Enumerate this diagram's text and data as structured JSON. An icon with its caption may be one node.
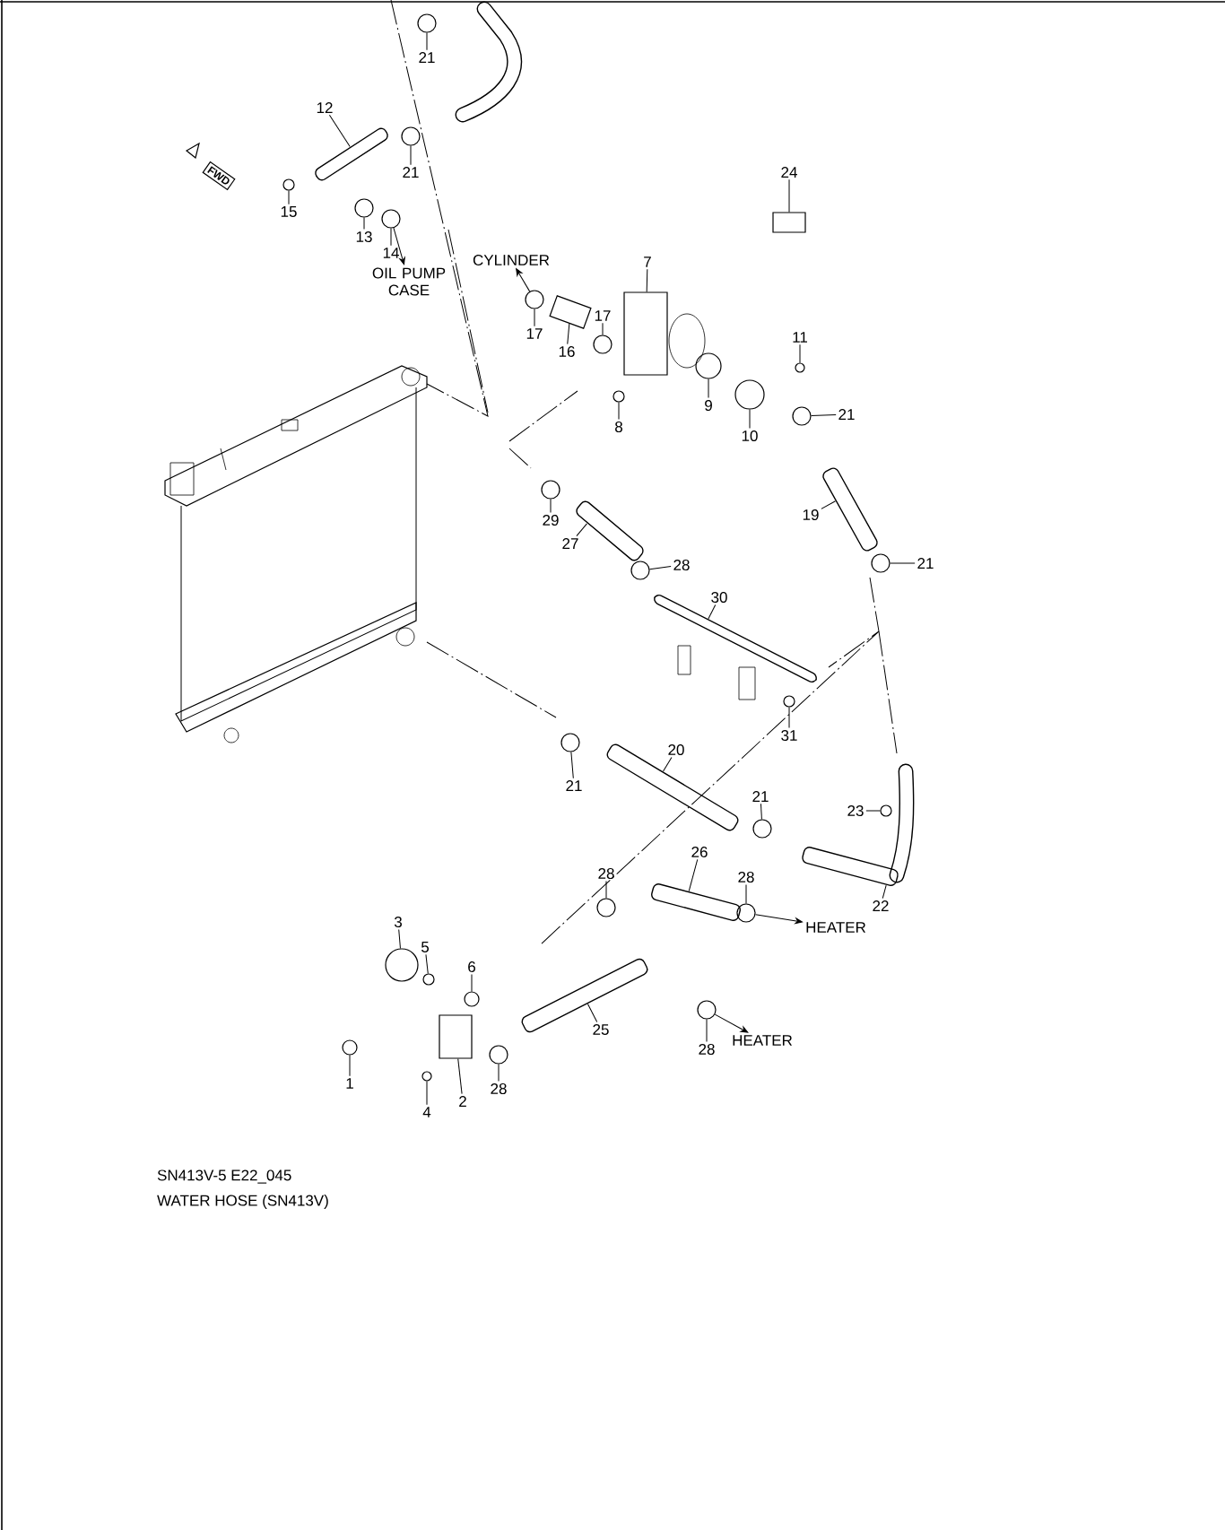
{
  "diagram": {
    "nodes": [
      {
        "text": [
          "21"
        ]
      },
      {
        "text": [
          "12"
        ]
      },
      {
        "text": [
          "21"
        ]
      },
      {
        "text": [
          "15"
        ]
      },
      {
        "text": [
          "13"
        ]
      },
      {
        "text": [
          "14"
        ]
      },
      {
        "text": [
          "24"
        ]
      },
      {
        "text": [
          "OIL PUMP CASE"
        ]
      },
      {
        "text": [
          "CYLINDER"
        ]
      },
      {
        "text": [
          "7"
        ]
      },
      {
        "text": [
          "17"
        ]
      },
      {
        "text": [
          "17"
        ]
      },
      {
        "text": [
          "16"
        ]
      },
      {
        "text": [
          "11"
        ]
      },
      {
        "text": [
          "9"
        ]
      },
      {
        "text": [
          "21"
        ]
      },
      {
        "text": [
          "8"
        ]
      },
      {
        "text": [
          "10"
        ]
      },
      {
        "text": [
          "29"
        ]
      },
      {
        "text": [
          "27"
        ]
      },
      {
        "text": [
          "19"
        ]
      },
      {
        "text": [
          "28"
        ]
      },
      {
        "text": [
          "21"
        ]
      },
      {
        "text": [
          "30"
        ]
      },
      {
        "text": [
          "31"
        ]
      },
      {
        "text": [
          "20"
        ]
      },
      {
        "text": [
          "21"
        ]
      },
      {
        "text": [
          "21"
        ]
      },
      {
        "text": [
          "23"
        ]
      },
      {
        "text": [
          "22"
        ]
      },
      {
        "text": [
          "26"
        ]
      },
      {
        "text": [
          "28"
        ]
      },
      {
        "text": [
          "28"
        ]
      },
      {
        "text": [
          "HEATER"
        ]
      },
      {
        "text": [
          "3"
        ]
      },
      {
        "text": [
          "5"
        ]
      },
      {
        "text": [
          "6"
        ]
      },
      {
        "text": [
          "25"
        ]
      },
      {
        "text": [
          "28"
        ]
      },
      {
        "text": [
          "HEATER"
        ]
      },
      {
        "text": [
          "1"
        ]
      },
      {
        "text": [
          "2"
        ]
      },
      {
        "text": [
          "28"
        ]
      },
      {
        "text": [
          "4"
        ]
      },
      {
        "text": [],
        "shape": "circle"
      },
      {
        "text": [],
        "shape": "bar"
      },
      {
        "text": [],
        "shape": "circle"
      },
      {
        "text": [],
        "shape": "circle"
      },
      {
        "text": [],
        "shape": "circle"
      },
      {
        "text": [],
        "shape": "circle"
      },
      {
        "text": [],
        "shape": "box"
      },
      {
        "text": [],
        "shape": "box"
      },
      {
        "text": [],
        "shape": "circle"
      },
      {
        "text": [],
        "shape": "circle"
      },
      {
        "text": [],
        "shape": "box"
      },
      {
        "text": [],
        "shape": "circle"
      },
      {
        "text": [],
        "shape": "circle"
      },
      {
        "text": [],
        "shape": "circle"
      },
      {
        "text": [],
        "shape": "circle"
      },
      {
        "text": [],
        "shape": "circle"
      },
      {
        "text": [],
        "shape": "circle"
      },
      {
        "text": [],
        "shape": "bar"
      },
      {
        "text": [],
        "shape": "bar"
      },
      {
        "text": [],
        "shape": "circle"
      },
      {
        "text": [],
        "shape": "circle"
      },
      {
        "text": [],
        "shape": "bar"
      },
      {
        "text": [],
        "shape": "circle"
      },
      {
        "text": [],
        "shape": "bar"
      },
      {
        "text": [],
        "shape": "circle"
      },
      {
        "text": [],
        "shape": "circle"
      },
      {
        "text": [],
        "shape": "circle"
      },
      {
        "text": [],
        "shape": "bar"
      },
      {
        "text": [],
        "shape": "bar"
      },
      {
        "text": [],
        "shape": "circle"
      },
      {
        "text": [],
        "shape": "circle"
      },
      {
        "text": [],
        "shape": "circle"
      },
      {
        "text": [],
        "shape": "circle"
      },
      {
        "text": [],
        "shape": "circle"
      },
      {
        "text": [],
        "shape": "bar"
      },
      {
        "text": [],
        "shape": "circle"
      },
      {
        "text": [],
        "shape": "circle"
      },
      {
        "text": [],
        "shape": "box"
      },
      {
        "text": [],
        "shape": "circle"
      },
      {
        "text": [],
        "shape": "circle"
      }
    ],
    "edges": [
      {
        "from": 0,
        "to": 44,
        "arrow": "none"
      },
      {
        "from": 1,
        "to": 45,
        "arrow": "none"
      },
      {
        "from": 2,
        "to": 46,
        "arrow": "none"
      },
      {
        "from": 3,
        "to": 47,
        "arrow": "none"
      },
      {
        "from": 4,
        "to": 48,
        "arrow": "none"
      },
      {
        "from": 5,
        "to": 49,
        "arrow": "none"
      },
      {
        "from": 6,
        "to": 50,
        "arrow": "none"
      },
      {
        "from": 49,
        "to": 7,
        "arrow": "to"
      },
      {
        "from": 52,
        "to": 8,
        "arrow": "to"
      },
      {
        "from": 9,
        "to": 51,
        "arrow": "none"
      },
      {
        "from": 10,
        "to": 52,
        "arrow": "none"
      },
      {
        "from": 11,
        "to": 53,
        "arrow": "none"
      },
      {
        "from": 12,
        "to": 54,
        "arrow": "none"
      },
      {
        "from": 13,
        "to": 55,
        "arrow": "none"
      },
      {
        "from": 14,
        "to": 56,
        "arrow": "none"
      },
      {
        "from": 15,
        "to": 57,
        "arrow": "none"
      },
      {
        "from": 16,
        "to": 58,
        "arrow": "none"
      },
      {
        "from": 17,
        "to": 59,
        "arrow": "none"
      },
      {
        "from": 18,
        "to": 60,
        "arrow": "none"
      },
      {
        "from": 19,
        "to": 61,
        "arrow": "none"
      },
      {
        "from": 20,
        "to": 62,
        "arrow": "none"
      },
      {
        "from": 21,
        "to": 63,
        "arrow": "none"
      },
      {
        "from": 22,
        "to": 64,
        "arrow": "none"
      },
      {
        "from": 23,
        "to": 65,
        "arrow": "none"
      },
      {
        "from": 24,
        "to": 66,
        "arrow": "none"
      },
      {
        "from": 25,
        "to": 67,
        "arrow": "none"
      },
      {
        "from": 26,
        "to": 68,
        "arrow": "none"
      },
      {
        "from": 27,
        "to": 69,
        "arrow": "none"
      },
      {
        "from": 28,
        "to": 70,
        "arrow": "none"
      },
      {
        "from": 29,
        "to": 71,
        "arrow": "none"
      },
      {
        "from": 30,
        "to": 72,
        "arrow": "none"
      },
      {
        "from": 31,
        "to": 73,
        "arrow": "none"
      },
      {
        "from": 32,
        "to": 74,
        "arrow": "none"
      },
      {
        "from": 74,
        "to": 33,
        "arrow": "to"
      },
      {
        "from": 34,
        "to": 75,
        "arrow": "none"
      },
      {
        "from": 35,
        "to": 76,
        "arrow": "none"
      },
      {
        "from": 36,
        "to": 77,
        "arrow": "none"
      },
      {
        "from": 37,
        "to": 78,
        "arrow": "none"
      },
      {
        "from": 38,
        "to": 79,
        "arrow": "none"
      },
      {
        "from": 79,
        "to": 39,
        "arrow": "to"
      },
      {
        "from": 40,
        "to": 80,
        "arrow": "none"
      },
      {
        "from": 41,
        "to": 81,
        "arrow": "none"
      },
      {
        "from": 42,
        "to": 82,
        "arrow": "none"
      },
      {
        "from": 43,
        "to": 83,
        "arrow": "none"
      }
    ],
    "labels": [
      "FWD",
      "SN413V-5 E22_045",
      "WATER HOSE (SN413V)"
    ]
  }
}
